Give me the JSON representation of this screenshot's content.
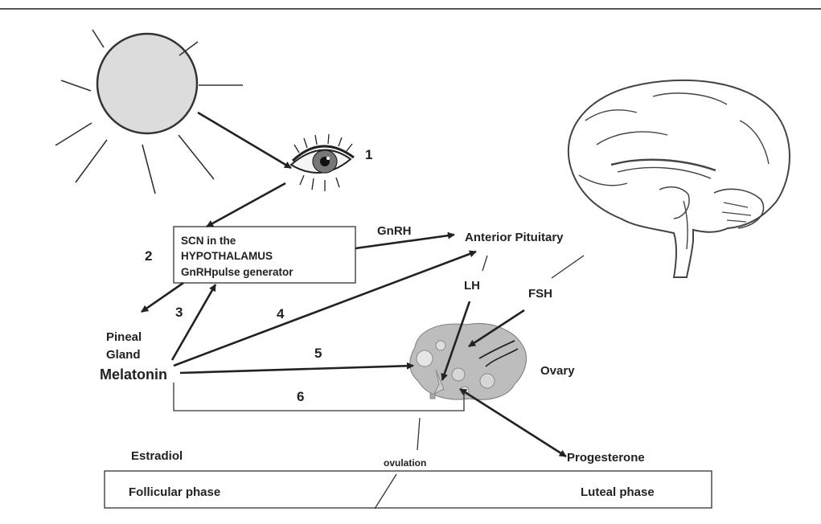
{
  "numbers": {
    "n1": "1",
    "n2": "2",
    "n3": "3",
    "n4": "4",
    "n5": "5",
    "n6": "6"
  },
  "scn_box": {
    "line1": "SCN in the",
    "line2": "HYPOTHALAMUS",
    "line3": "GnRHpulse generator"
  },
  "labels": {
    "gnrh": "GnRH",
    "anterior_pituitary": "Anterior Pituitary",
    "lh": "LH",
    "fsh": "FSH",
    "pineal": "Pineal",
    "gland": "Gland",
    "melatonin": "Melatonin",
    "ovary": "Ovary",
    "estradiol": "Estradiol",
    "ovulation": "ovulation",
    "progesterone": "Progesterone"
  },
  "phases": {
    "follicular": "Follicular phase",
    "luteal": "Luteal phase"
  },
  "icons": [
    "sun-icon",
    "eye-icon",
    "brain-icon",
    "ovary-icon"
  ],
  "colors": {
    "ink": "#222222",
    "sun_fill": "#dcdcdc",
    "ovary_fill": "#bdbdbd"
  }
}
